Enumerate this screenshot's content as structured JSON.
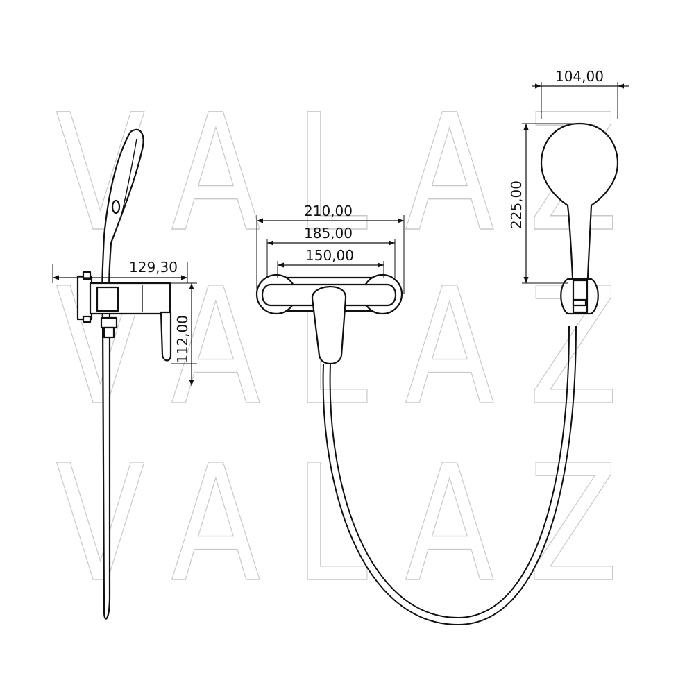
{
  "watermark": {
    "row1": "VALAZ",
    "row2": "VALAZ",
    "row3": "VALAZ"
  },
  "dimensions": {
    "side_view_depth": "129,30",
    "side_view_height": "112,00",
    "front_width_overall": "210,00",
    "front_width_mid": "185,00",
    "front_width_inner": "150,00",
    "handshower_width": "104,00",
    "handshower_height": "225,00"
  }
}
